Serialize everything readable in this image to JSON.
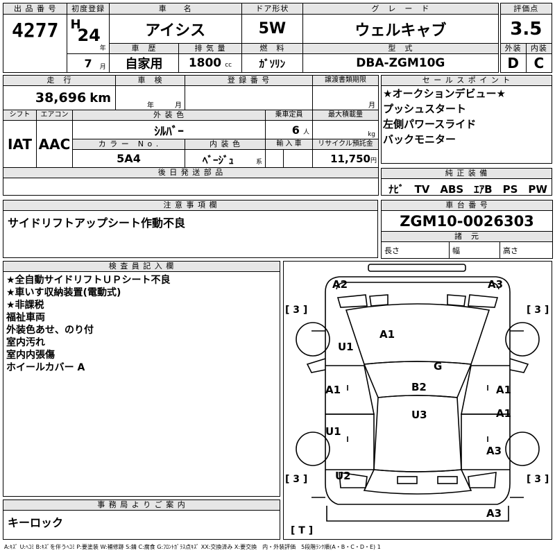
{
  "top": {
    "lot_no_label": "出 品 番 号",
    "lot_no": "4277",
    "first_reg_label": "初度登録",
    "era": "H",
    "year": "24",
    "year_unit": "年",
    "month": "7",
    "month_unit": "月",
    "car_name_label": "車　　名",
    "car_name": "アイシス",
    "door_label": "ドア形状",
    "door": "5W",
    "grade_label": "グ　レ　ー　ド",
    "grade": "ウェルキャブ",
    "score_label": "評価点",
    "score": "3.5",
    "history_label": "車　歴",
    "history": "自家用",
    "displacement_label": "排 気 量",
    "displacement": "1800",
    "cc": "cc",
    "fuel_label": "燃　料",
    "fuel": "ｶﾞｿﾘﾝ",
    "model_label": "型　式",
    "model": "DBA-ZGM10G",
    "ext_label": "外装",
    "int_label": "内装",
    "ext": "D",
    "int": "C"
  },
  "mid": {
    "mileage_label": "走　行",
    "mileage": "38,696",
    "km": "km",
    "inspection_label": "車　検",
    "year_unit": "年",
    "month_unit": "月",
    "reg_label": "登 録 番 号",
    "transfer_label": "譲渡書類期限",
    "shift_label": "シフト",
    "ac_label": "エアコン",
    "shift": "IAT",
    "ac": "AAC",
    "ext_color_label": "外 装 色",
    "ext_color": "ｼﾙﾊﾞｰ",
    "capacity_label": "乗車定員",
    "capacity": "6",
    "capacity_unit": "人",
    "load_label": "最大積載量",
    "load_unit": "kg",
    "color_no_label": "カ ラ ー　N o .",
    "color_no": "5A4",
    "int_color_label": "内 装 色",
    "int_color": "ﾍﾞｰｼﾞｭ",
    "int_color_unit": "系",
    "import_label": "輸 入 車",
    "recycle_label": "リサイクル預託金",
    "recycle": "11,750",
    "yen": "円",
    "later_label": "後 日 発 送 部 品"
  },
  "sales": {
    "label": "セ ー ル ス ポ イ ン ト",
    "lines": [
      "★オークションデビュー★",
      "プッシュスタート",
      "左側パワースライド",
      "バックモニター"
    ]
  },
  "equip": {
    "label": "純 正 装 備",
    "value": "ﾅﾋﾞ　TV　ABS　ｴｱB　PS　PW"
  },
  "notice": {
    "label": "注 意 事 項 欄",
    "value": "サイドリフトアップシート作動不良"
  },
  "chassis": {
    "label": "車 台 番 号",
    "value": "ZGM10-0026303",
    "dims_label": "諸　元",
    "length_label": "長さ",
    "width_label": "幅",
    "height_label": "高さ"
  },
  "inspector": {
    "label": "検 査 員 記 入 欄",
    "lines": [
      "★全自動サイドリフトＵＰシート不良",
      "★車いす収納装置(電動式)",
      "★非課税",
      "福祉車両",
      "外装色あせ、のり付",
      "室内汚れ",
      "室内内張傷",
      "ホイールカバー A"
    ]
  },
  "office": {
    "label": "事 務 局 よ り ご 案 内",
    "value": "キーロック"
  },
  "diagram": {
    "A2": "A2",
    "A3_top": "A3",
    "A1_hood": "A1",
    "U1_left": "U1",
    "G": "G",
    "A1_left": "A1",
    "B2": "B2",
    "A1_right_a": "A1",
    "A1_right_b": "A1",
    "U3": "U3",
    "U1_left_rear": "U1",
    "A3_right": "A3",
    "U2": "U2",
    "A3_bottom": "A3",
    "tire_tl": "[ 3 ]",
    "tire_tr": "[ 3 ]",
    "tire_bl": "[ 3 ]",
    "tire_br": "[ 3 ]",
    "T": "[ T ]"
  },
  "legend": "A:ｷｽﾞ U:ﾍｺﾐ B:ｷｽﾞを伴うﾍｺﾐ P:要塗装 W:補修跡 S:錆 C:腐食 G:ﾌﾛﾝﾄｶﾞﾗｽ点ｷｽﾞ XX:交換済み X:要交換　内・外装評価　5段階ﾗﾝｸ順(A・B・C・D・E) 1"
}
